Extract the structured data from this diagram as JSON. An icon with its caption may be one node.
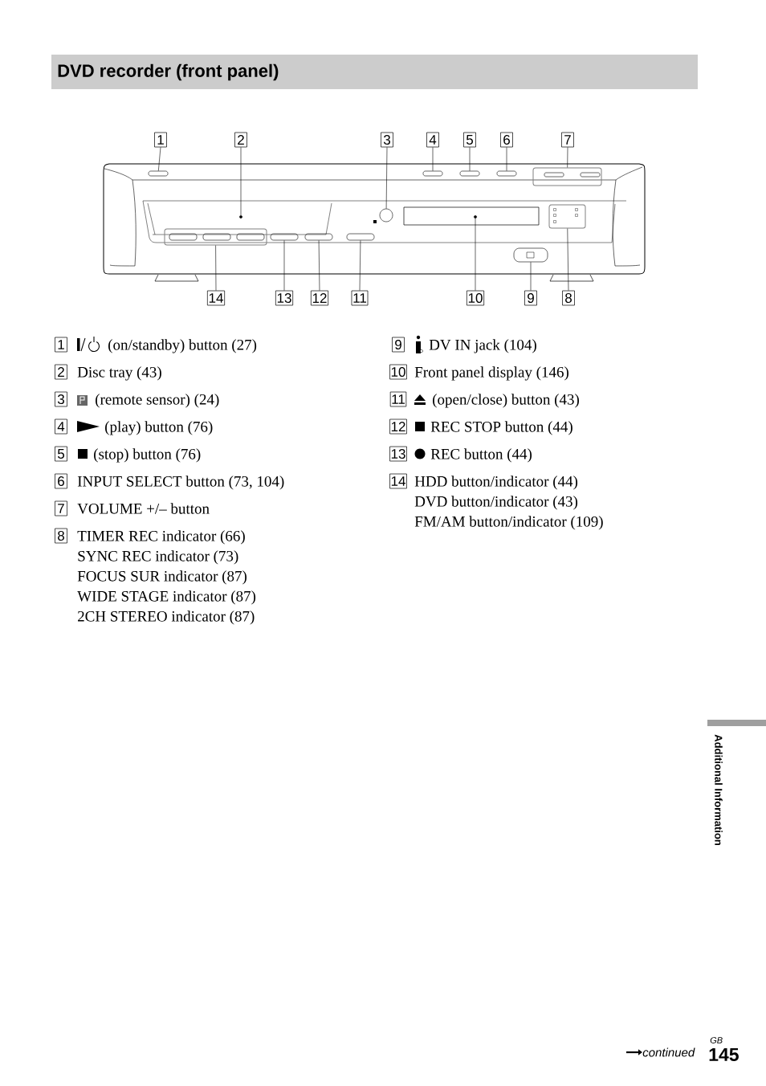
{
  "diagram": {
    "title": "DVD recorder (front panel)",
    "nodes": [
      {
        "text": [
          "1"
        ]
      },
      {
        "text": [
          "2"
        ]
      },
      {
        "text": [
          "3"
        ]
      },
      {
        "text": [
          "4"
        ]
      },
      {
        "text": [
          "5"
        ]
      },
      {
        "text": [
          "6"
        ]
      },
      {
        "text": [
          "7"
        ]
      },
      {
        "text": [
          "14"
        ]
      },
      {
        "text": [
          "13"
        ]
      },
      {
        "text": [
          "12"
        ]
      },
      {
        "text": [
          "11"
        ]
      },
      {
        "text": [
          "10"
        ]
      },
      {
        "text": [
          "9"
        ]
      },
      {
        "text": [
          "8"
        ]
      },
      {
        "text": [
          "1"
        ],
        "beside": [
          "(on/standby) button (27)"
        ]
      },
      {
        "text": [
          "2"
        ],
        "beside": [
          "Disc tray (43)"
        ]
      },
      {
        "text": [
          "3"
        ],
        "beside": [
          "(remote sensor) (24)"
        ]
      },
      {
        "text": [
          "4"
        ],
        "beside": [
          "(play) button (76)"
        ]
      },
      {
        "text": [
          "5"
        ],
        "beside": [
          "(stop) button (76)"
        ]
      },
      {
        "text": [
          "6"
        ],
        "beside": [
          "INPUT SELECT button (73, 104)"
        ]
      },
      {
        "text": [
          "7"
        ],
        "beside": [
          "VOLUME +/– button"
        ]
      },
      {
        "text": [
          "8"
        ],
        "beside": [
          "TIMER REC indicator (66)",
          "SYNC REC indicator (73)",
          "FOCUS SUR indicator (87)",
          "WIDE STAGE indicator (87)",
          "2CH STEREO indicator (87)"
        ]
      },
      {
        "text": [
          "9"
        ],
        "beside": [
          "DV IN jack (104)"
        ]
      },
      {
        "text": [
          "10"
        ],
        "beside": [
          "Front panel display (146)"
        ]
      },
      {
        "text": [
          "11"
        ],
        "beside": [
          "(open/close) button (43)"
        ]
      },
      {
        "text": [
          "12"
        ],
        "beside": [
          "REC STOP button (44)"
        ]
      },
      {
        "text": [
          "13"
        ],
        "beside": [
          "REC button (44)"
        ]
      },
      {
        "text": [
          "14"
        ],
        "beside": [
          "HDD button/indicator (44)",
          "DVD button/indicator (43)",
          "FM/AM button/indicator (109)"
        ]
      },
      {
        "text": [],
        "shape": "box"
      },
      {
        "text": [],
        "shape": "box"
      },
      {
        "text": [],
        "shape": "circle"
      },
      {
        "text": [],
        "shape": "box"
      },
      {
        "text": [],
        "shape": "box"
      },
      {
        "text": [],
        "shape": "box"
      },
      {
        "text": [],
        "shape": "circle"
      },
      {
        "text": [],
        "shape": "box"
      },
      {
        "text": [],
        "shape": "box"
      },
      {
        "text": [],
        "shape": "circle"
      },
      {
        "text": [],
        "shape": "box"
      },
      {
        "text": [],
        "shape": "box"
      },
      {
        "text": [],
        "shape": "box"
      },
      {
        "text": [],
        "shape": "box"
      }
    ],
    "edges": [
      {
        "from": 0,
        "to": 28,
        "arrow": "none"
      },
      {
        "from": 1,
        "to": 30,
        "arrow": "none"
      },
      {
        "from": 2,
        "to": 34,
        "arrow": "none"
      },
      {
        "from": 3,
        "to": 35,
        "arrow": "none"
      },
      {
        "from": 4,
        "to": 36,
        "arrow": "none"
      },
      {
        "from": 5,
        "to": 38,
        "arrow": "none"
      },
      {
        "from": 6,
        "to": 40,
        "arrow": "none"
      },
      {
        "from": 7,
        "to": 29,
        "arrow": "none"
      },
      {
        "from": 8,
        "to": 31,
        "arrow": "none"
      },
      {
        "from": 9,
        "to": 32,
        "arrow": "none"
      },
      {
        "from": 10,
        "to": 33,
        "arrow": "none"
      },
      {
        "from": 11,
        "to": 37,
        "arrow": "none"
      },
      {
        "from": 12,
        "to": 39,
        "arrow": "none"
      },
      {
        "from": 13,
        "to": 41,
        "arrow": "none"
      }
    ],
    "labels": [
      "Additional Information",
      "continued",
      "GB",
      "145"
    ]
  }
}
